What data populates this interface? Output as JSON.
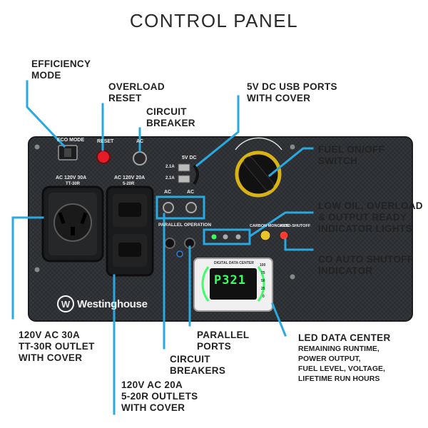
{
  "title": "CONTROL PANEL",
  "callouts": {
    "efficiency_mode": "EFFICIENCY\nMODE",
    "overload_reset": "OVERLOAD\nRESET",
    "circuit_breaker": "CIRCUIT\nBREAKER",
    "usb_ports": "5V DC USB PORTS\nWITH COVER",
    "fuel_switch": "FUEL ON/OFF\nSWITCH",
    "indicator_lights": "LOW OIL, OVERLOAD\n& OUTPUT READY\nINDICATOR LIGHTS",
    "co_shutoff": "CO AUTO SHUTOFF\nINDICATOR",
    "tt30r_outlet": "120V AC 30A\nTT-30R OUTLET\nWITH COVER",
    "parallel_ports": "PARALLEL\nPORTS",
    "circuit_breakers": "CIRCUIT\nBREAKERS",
    "led_data_center": "LED DATA CENTER",
    "led_details": "REMAINING RUNTIME,\nPOWER OUTPUT,\nFUEL LEVEL, VOLTAGE,\nLIFETIME RUN HOURS",
    "outlets_20a": "120V AC 20A\n5-20R OUTLETS\nWITH COVER"
  },
  "panel": {
    "eco_mode": "ECO MODE",
    "reset": "RESET",
    "ac_small": "AC",
    "ac_30a": "AC 120V 30A",
    "tt30r": "TT-30R",
    "ac_20a": "AC 120V 20A",
    "r520": "5-20R",
    "usb_5v": "5V DC",
    "usb_a1": "2.1A",
    "usb_a2": "2.1A",
    "ac_left": "AC",
    "ac_right": "AC",
    "parallel_operation": "PARALLEL OPERATION",
    "brand": "Westinghouse",
    "digital_data_center": "DIGITAL DATA CENTER",
    "co_label": "CARBON MONOXIDE",
    "auto_shutoff": "AUTO-SHUTOFF",
    "led_readout": "P321",
    "pct_100": "100",
    "pct_75": "75",
    "pct_50": "50",
    "pct_25": "25",
    "pct_0": "0"
  },
  "colors": {
    "callout_line": "#29a9e0",
    "panel": "#2b2d30",
    "led": "#3cff66"
  }
}
